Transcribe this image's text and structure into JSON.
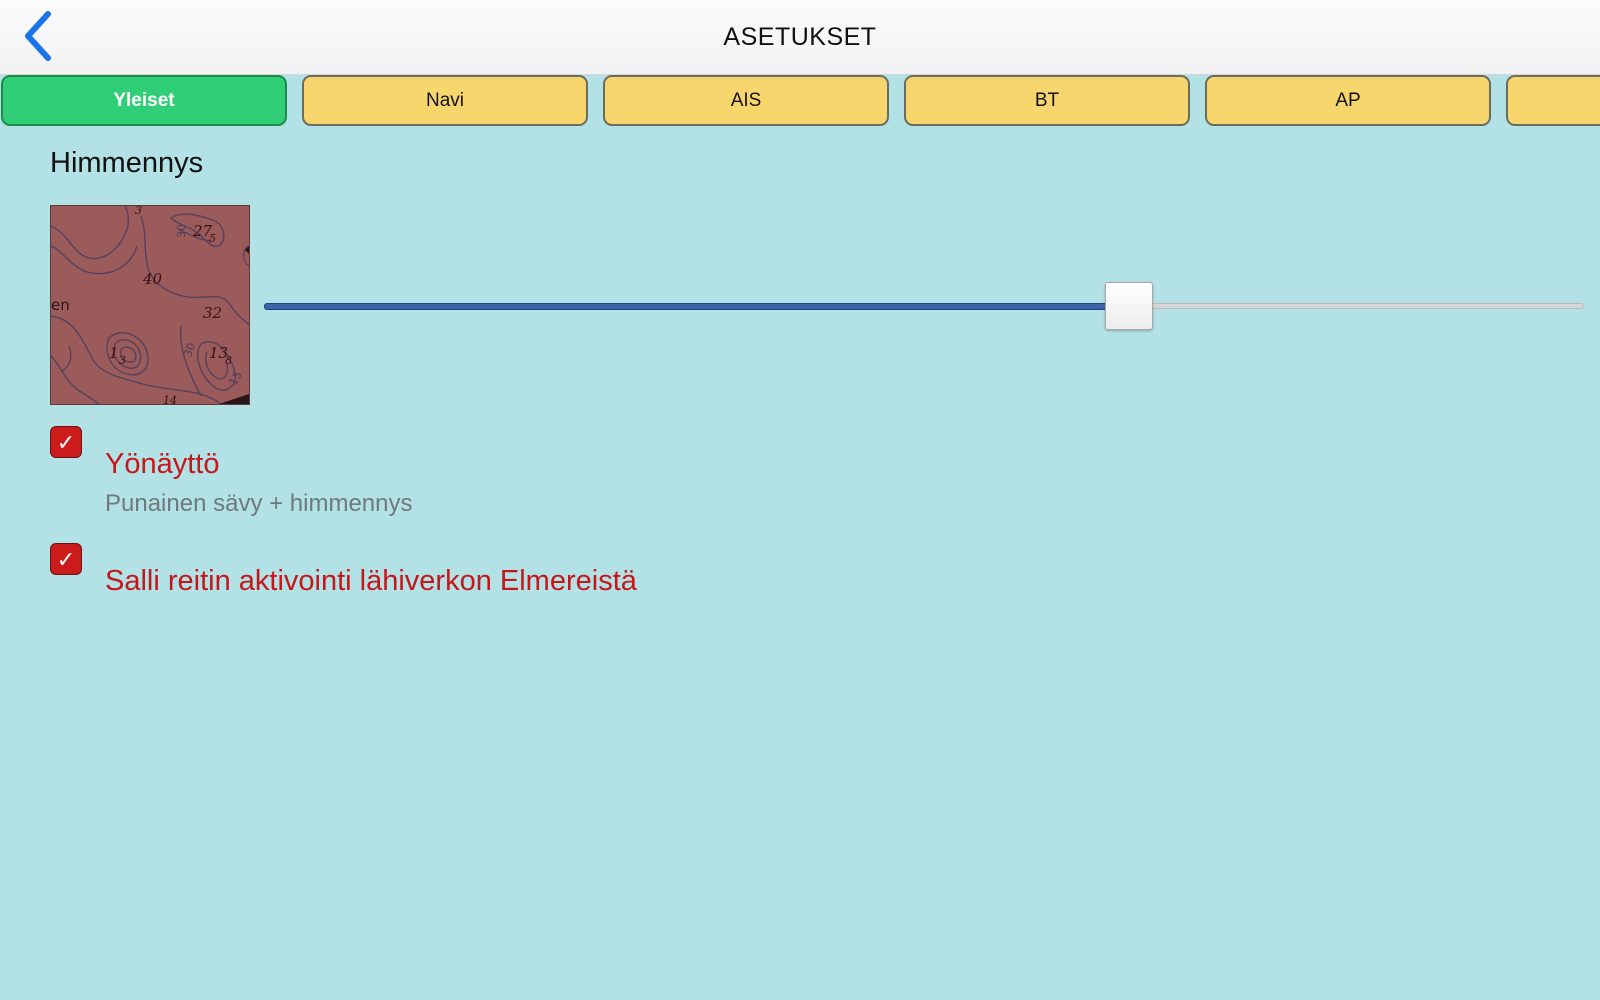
{
  "header": {
    "title": "ASETUKSET",
    "back_icon": "chevron-left-icon",
    "accent_color": "#1a73e8"
  },
  "tabs": [
    {
      "label": "Yleiset",
      "active": true
    },
    {
      "label": "Navi",
      "active": false
    },
    {
      "label": "AIS",
      "active": false
    },
    {
      "label": "BT",
      "active": false
    },
    {
      "label": "AP",
      "active": false
    },
    {
      "label": "",
      "active": false
    }
  ],
  "dimming": {
    "title": "Himmennys",
    "slider_value_fraction": 0.655,
    "preview_map_labels": [
      "27",
      "5",
      "30",
      "40",
      "en",
      "32",
      "1",
      "3",
      "30",
      "13",
      "8",
      "15",
      "14",
      "3"
    ]
  },
  "options": [
    {
      "label": "Yönäyttö",
      "description": "Punainen sävy + himmennys",
      "checked": true,
      "check_glyph": "✓"
    },
    {
      "label": "Salli reitin aktivointi lähiverkon Elmereistä",
      "description": "",
      "checked": true,
      "check_glyph": "✓"
    }
  ],
  "colors": {
    "background": "#b2e1e6",
    "tab_active": "#30cf77",
    "tab_inactive": "#f8d66e",
    "option_label": "#c5171a",
    "checkbox": "#cc1b1b"
  }
}
